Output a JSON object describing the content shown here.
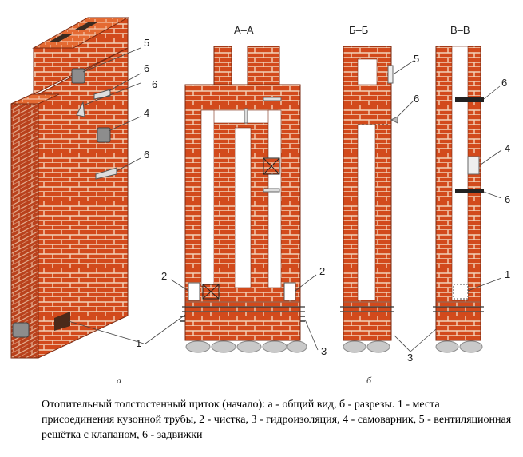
{
  "sections": {
    "aa": "А–А",
    "bb": "Б–Б",
    "vv": "В–В"
  },
  "panel_labels": {
    "a": "а",
    "b": "б"
  },
  "callouts": {
    "n5": "5",
    "n6": "6",
    "n4": "4",
    "n2": "2",
    "n1": "1",
    "n3": "3"
  },
  "colors": {
    "brick": "#d24a1c",
    "brick_light": "#e46a32",
    "brick_dark": "#a8361a",
    "mortar": "#f3d2b8",
    "stone": "#c9c9c9",
    "metal": "#9a9a9a"
  },
  "caption": "Отопительный толстостенный щиток (начало): а - общий вид, б - разрезы. 1 - места присоединения кузонной трубы, 2 - чистка, 3 - гидроизоляция, 4 - самоварник, 5 - вентиляционная решётка с клапаном, 6 - задвижки"
}
